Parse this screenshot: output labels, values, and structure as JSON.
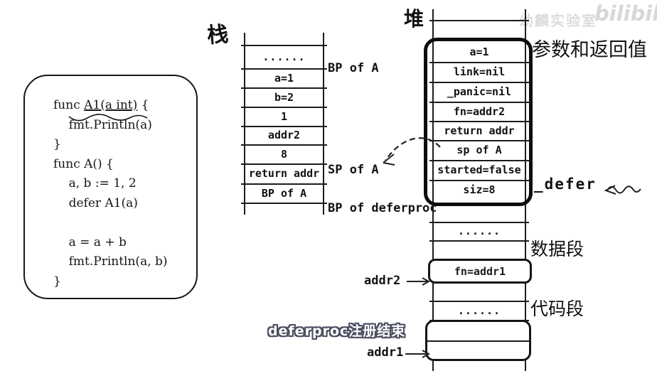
{
  "watermark": {
    "brand": "幼麟实验室",
    "logo": "bilibili"
  },
  "code": {
    "l0a": "func ",
    "l0b": "A1(a int)",
    "l0c": " {",
    "l1": "    fmt.Println(a)",
    "l2": "}",
    "l3": "func A() {",
    "l4": "    a, b := 1, 2",
    "l5": "    defer A1(a)",
    "l7": "    a = a + b",
    "l8": "    fmt.Println(a, b)",
    "l9": "}"
  },
  "stack": {
    "title": "栈",
    "cells": [
      "......",
      "a=1",
      "b=2",
      "1",
      "addr2",
      "8",
      "return addr",
      "BP of A"
    ],
    "labels": {
      "bp_a": "BP of A",
      "sp_a": "SP of A",
      "bp_deferproc": "BP of deferproc"
    }
  },
  "heap": {
    "title": "堆",
    "defer_cells": [
      "a=1",
      "link=nil",
      "_panic=nil",
      "fn=addr2",
      "return addr",
      "sp of A",
      "started=false",
      "siz=8"
    ],
    "dots1": "......",
    "dots2": "......",
    "fn_cell": "fn=addr1",
    "labels": {
      "params_return": "参数和返回值",
      "defer_struct": "_defer",
      "data_segment": "数据段",
      "code_segment": "代码段",
      "addr2": "addr2",
      "addr1": "addr1"
    }
  },
  "subtitle": {
    "text": "deferproc注册结束"
  },
  "colors": {
    "ink": "#1c1c1c",
    "subtitle_fill": "#ffffff",
    "subtitle_outline": "#4a4e60",
    "watermark": "#dcdcdc"
  }
}
